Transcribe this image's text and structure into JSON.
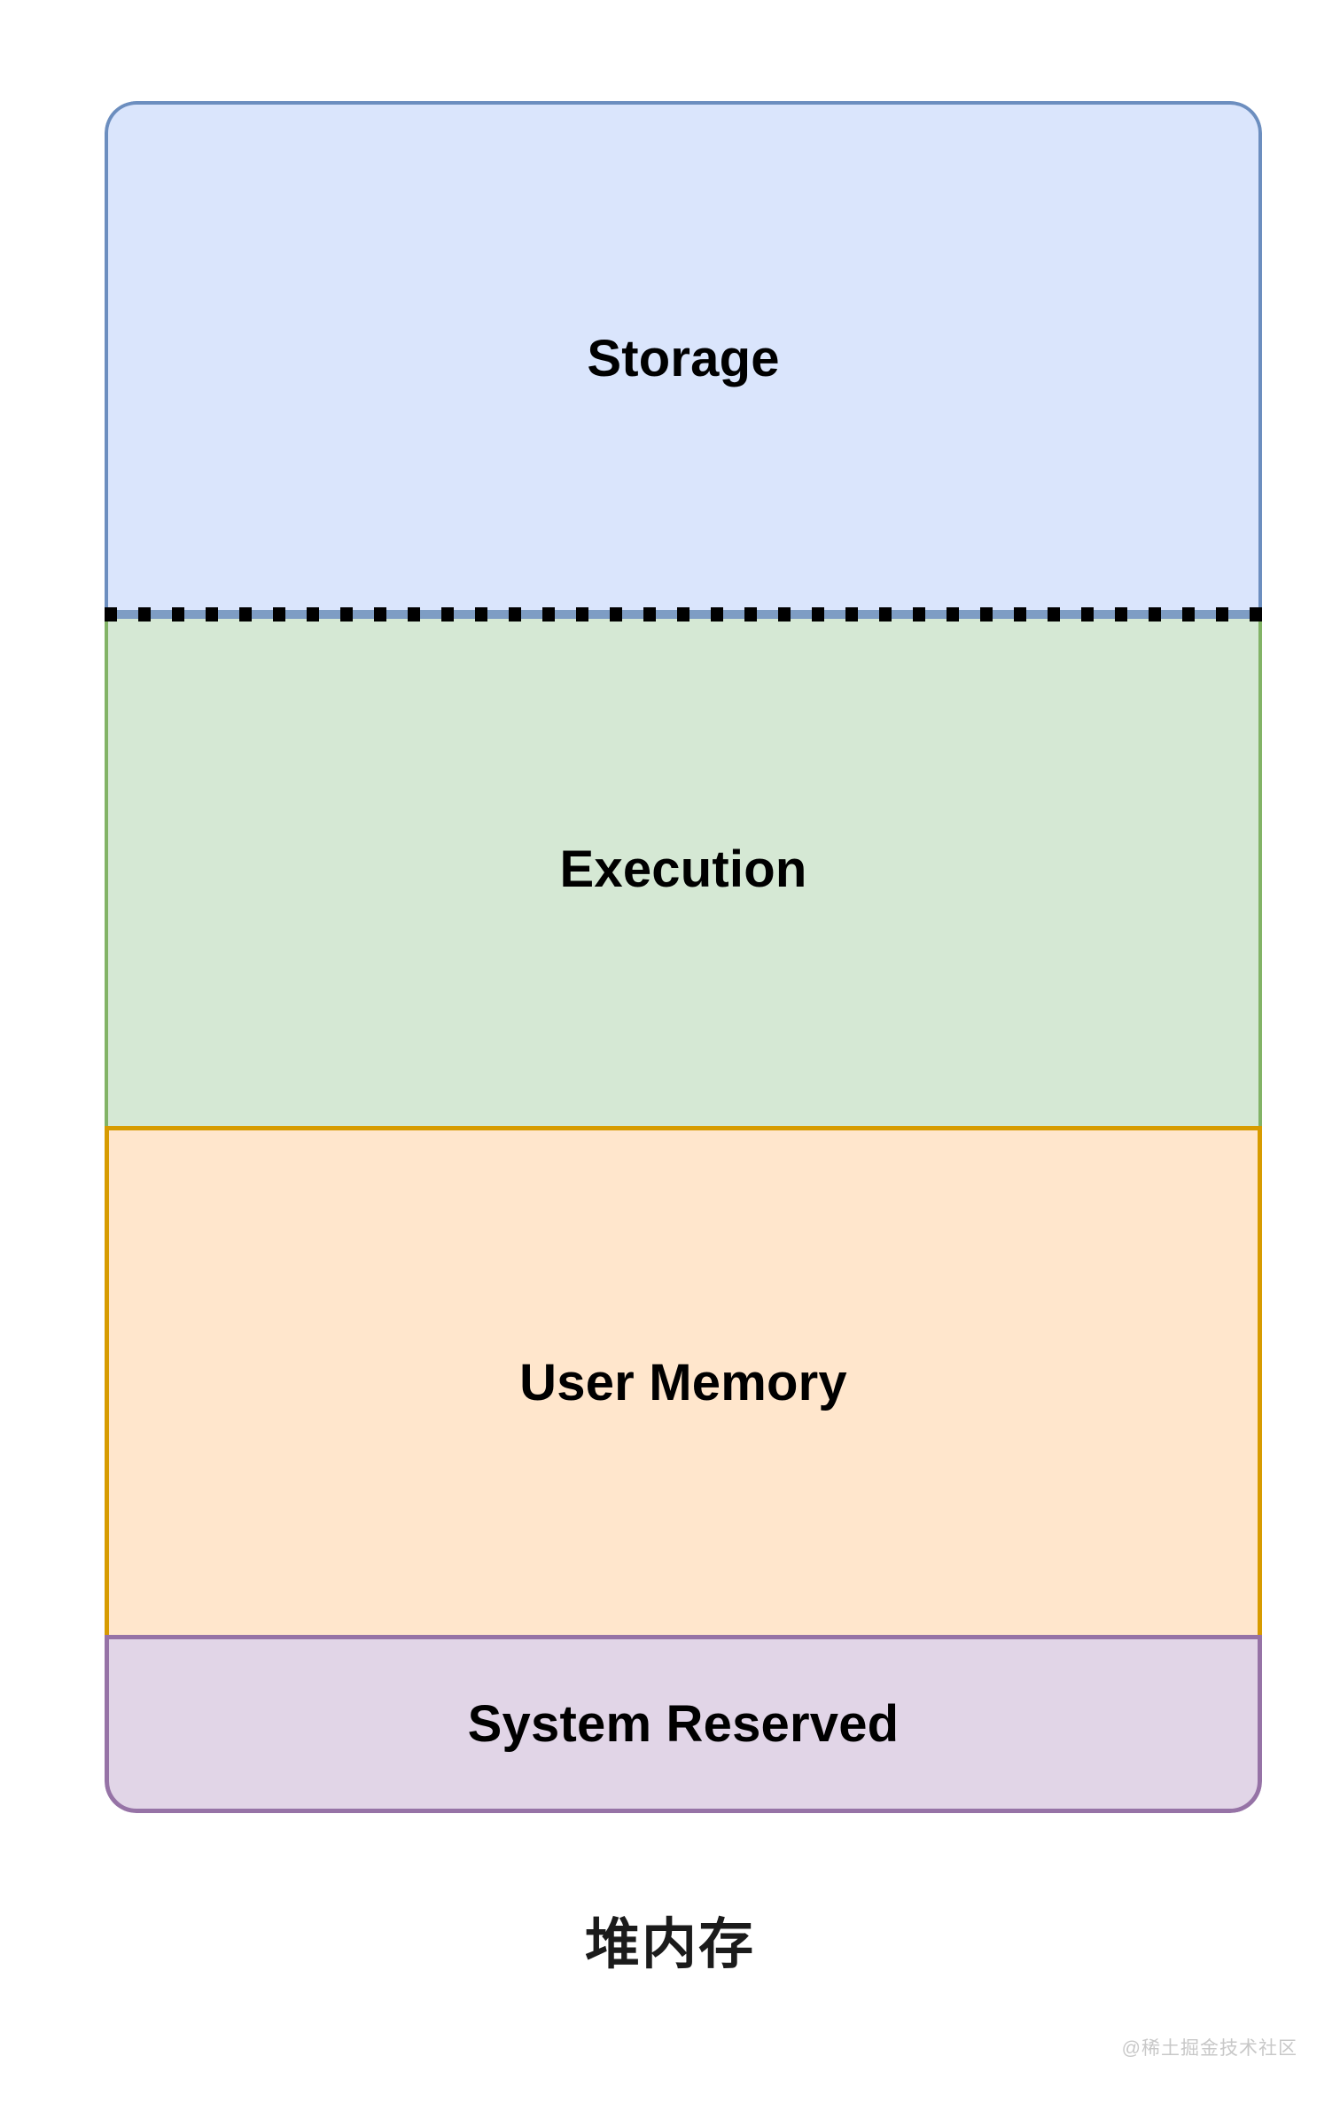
{
  "diagram": {
    "title": "堆内存",
    "caption": "堆内存",
    "watermark": "@稀土掘金技术社区",
    "type": "stacked-memory-layout",
    "regions": [
      {
        "id": "storage",
        "label": "Storage",
        "fill": "#dae5fc",
        "stroke": "#6c8ebf",
        "order": 1
      },
      {
        "id": "execution",
        "label": "Execution",
        "fill": "#d5e8d4",
        "stroke": "#82b366",
        "order": 2
      },
      {
        "id": "user-memory",
        "label": "User Memory",
        "fill": "#ffe6cc",
        "stroke": "#d79b00",
        "order": 3
      },
      {
        "id": "system-reserved",
        "label": "System Reserved",
        "fill": "#e1d5e7",
        "stroke": "#9673a6",
        "order": 4
      }
    ],
    "dividers": [
      {
        "id": "storage-execution",
        "style": "dotted",
        "color": "#000000",
        "between": [
          "Storage",
          "Execution"
        ]
      }
    ]
  }
}
